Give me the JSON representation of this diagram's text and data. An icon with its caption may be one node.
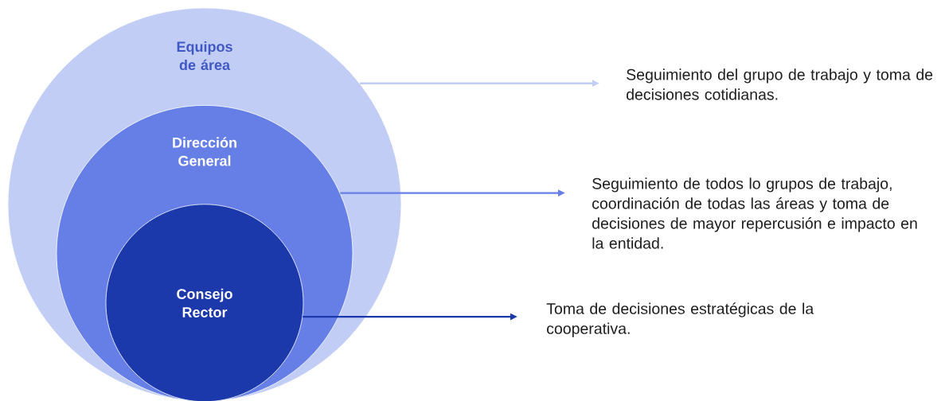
{
  "diagram": {
    "nodes": [
      {
        "text": [
          "Equipos de área"
        ]
      },
      {
        "text": [
          "Dirección General"
        ],
        "in": 0
      },
      {
        "text": [
          "Consejo Rector"
        ],
        "in": 1
      },
      {
        "text": [
          "Seguimiento del grupo de trabajo y toma de decisiones cotidianas."
        ]
      },
      {
        "text": [
          "Seguimiento de todos lo grupos de trabajo, coordinación de todas las áreas y toma de decisiones de mayor repercusión e impacto en la entidad."
        ]
      },
      {
        "text": [
          "Toma de decisiones estratégicas de la cooperativa."
        ]
      }
    ],
    "edges": [
      {
        "from": 0,
        "to": 3,
        "arrow": "to",
        "color": "#c1cdf5"
      },
      {
        "from": 1,
        "to": 4,
        "arrow": "to",
        "color": "#667fe6"
      },
      {
        "from": 2,
        "to": 5,
        "arrow": "to",
        "color": "#1c39ab"
      }
    ]
  }
}
